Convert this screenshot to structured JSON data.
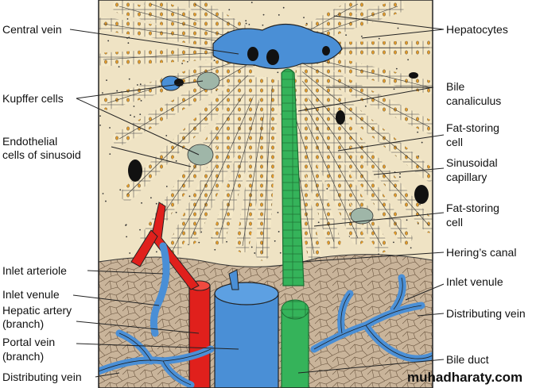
{
  "labels": {
    "central_vein": "Central vein",
    "kupffer_cells": "Kupffer cells",
    "endothelial_1": "Endothelial",
    "endothelial_2": "cells of sinusoid",
    "inlet_arteriole": "Inlet arteriole",
    "inlet_venule_left": "Inlet venule",
    "hepatic_artery_1": "Hepatic artery",
    "hepatic_artery_2": "(branch)",
    "portal_vein_1": "Portal vein",
    "portal_vein_2": "(branch)",
    "distributing_vein_left": "Distributing vein",
    "hepatocytes": "Hepatocytes",
    "bile_canaliculus_1": "Bile",
    "bile_canaliculus_2": "canaliculus",
    "fat_storing_1a": "Fat-storing",
    "fat_storing_1b": "cell",
    "sinusoidal_1": "Sinusoidal",
    "sinusoidal_2": "capillary",
    "fat_storing_2a": "Fat-storing",
    "fat_storing_2b": "cell",
    "herings_canal": "Hering’s canal",
    "inlet_venule_right": "Inlet venule",
    "distributing_vein_right": "Distributing vein",
    "bile_duct": "Bile duct"
  },
  "watermark": "muhadharaty.com",
  "colors": {
    "vein": "#4a8fd6",
    "artery": "#e0201c",
    "bile": "#35b35a",
    "hepatocyte": "#f5e9c8",
    "stroma": "#c9b49a",
    "outline": "#222222"
  }
}
